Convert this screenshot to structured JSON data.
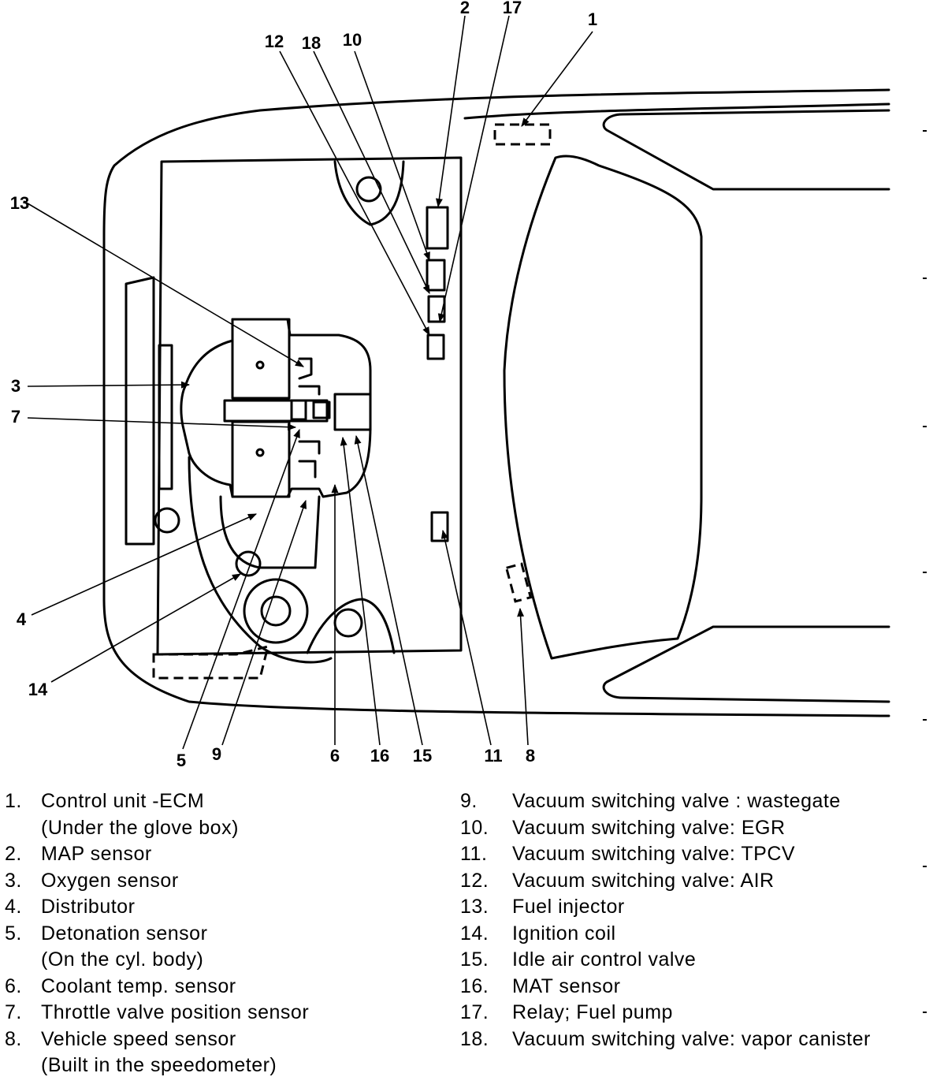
{
  "callouts": [
    "1",
    "2",
    "17",
    "12",
    "18",
    "10",
    "13",
    "3",
    "7",
    "4",
    "14",
    "5",
    "9",
    "6",
    "16",
    "15",
    "11",
    "8"
  ],
  "legend": {
    "left": [
      {
        "num": "1.",
        "text": "Control unit -ECM",
        "note": "(Under the glove box)"
      },
      {
        "num": "2.",
        "text": "MAP sensor"
      },
      {
        "num": "3.",
        "text": "Oxygen sensor"
      },
      {
        "num": "4.",
        "text": "Distributor"
      },
      {
        "num": "5.",
        "text": "Detonation sensor",
        "note": "(On the cyl. body)"
      },
      {
        "num": "6.",
        "text": "Coolant temp. sensor"
      },
      {
        "num": "7.",
        "text": "Throttle valve position sensor"
      },
      {
        "num": "8.",
        "text": "Vehicle speed sensor",
        "note": "(Built in the speedometer)"
      }
    ],
    "right": [
      {
        "num": "9.",
        "text": "Vacuum switching valve : wastegate"
      },
      {
        "num": "10.",
        "text": "Vacuum switching valve: EGR"
      },
      {
        "num": "11.",
        "text": "Vacuum switching valve: TPCV"
      },
      {
        "num": "12.",
        "text": "Vacuum switching valve: AIR"
      },
      {
        "num": "13.",
        "text": "Fuel injector"
      },
      {
        "num": "14.",
        "text": "Ignition coil"
      },
      {
        "num": "15.",
        "text": "Idle air control valve"
      },
      {
        "num": "16.",
        "text": "MAT sensor"
      },
      {
        "num": "17.",
        "text": "Relay; Fuel pump"
      },
      {
        "num": "18.",
        "text": "Vacuum switching valve: vapor canister"
      }
    ]
  }
}
